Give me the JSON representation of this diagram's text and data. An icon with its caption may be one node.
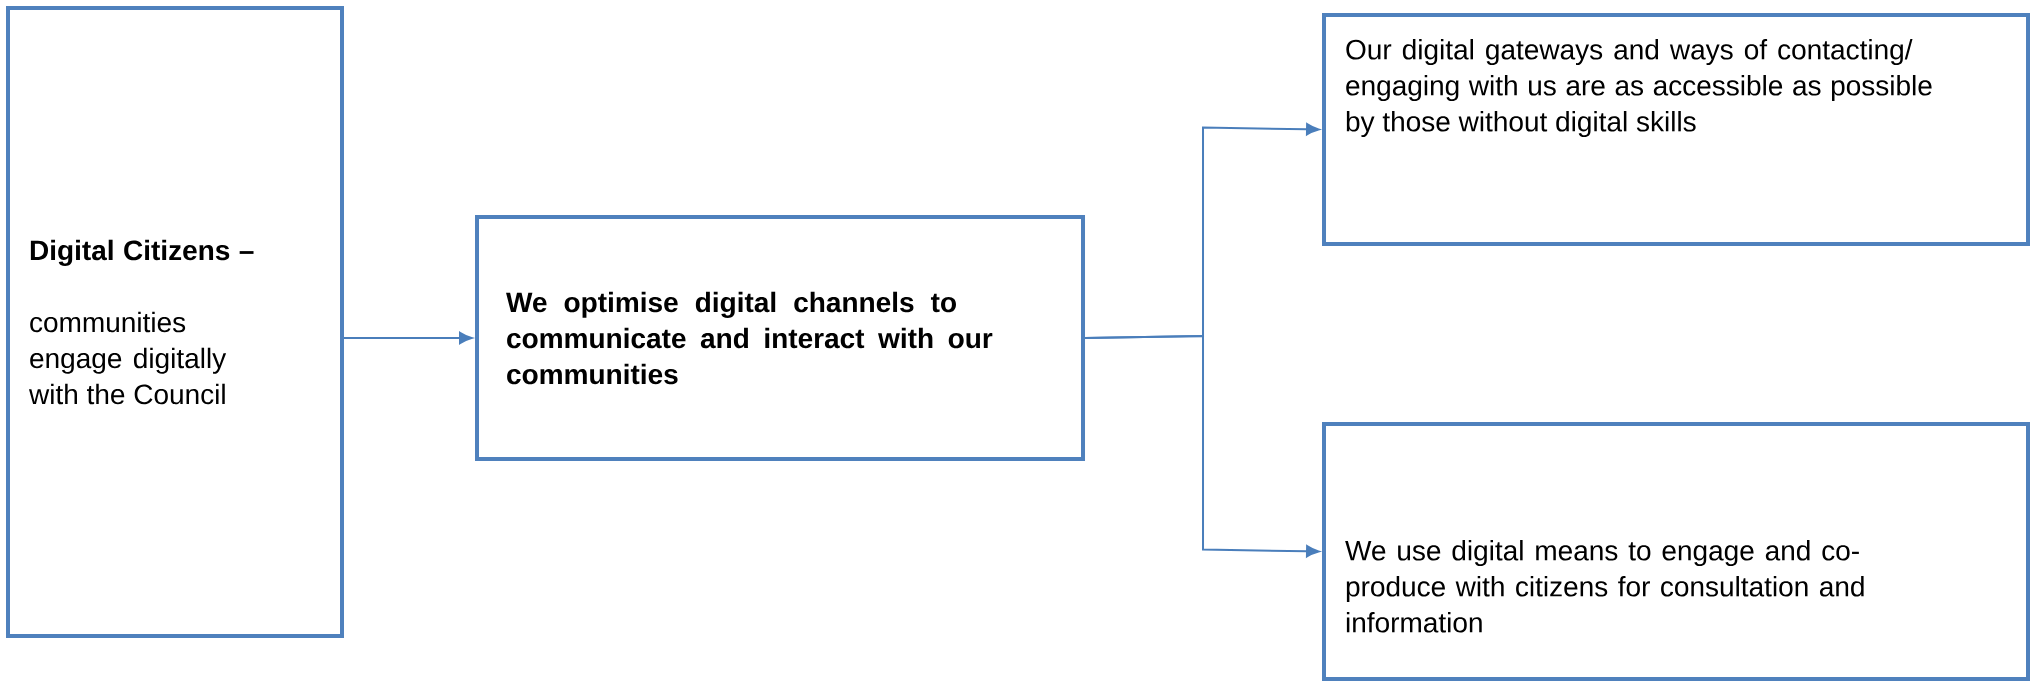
{
  "diagram": {
    "nodes": [
      {
        "text": [
          "Digital Citizens –",
          "communities engage digitally with the Council"
        ]
      },
      {
        "text": [
          "We optimise digital channels to communicate and interact with our communities"
        ]
      },
      {
        "text": [
          "Our digital gateways and ways of contacting/ engaging with us are as accessible as possible by those without digital skills"
        ]
      },
      {
        "text": [
          "We use digital means to engage and co-produce with citizens for consultation and information"
        ]
      }
    ],
    "edges": [
      {
        "from": 0,
        "to": 1,
        "arrow": "to"
      },
      {
        "from": 1,
        "to": 2,
        "arrow": "to"
      },
      {
        "from": 1,
        "to": 3,
        "arrow": "to"
      }
    ]
  }
}
